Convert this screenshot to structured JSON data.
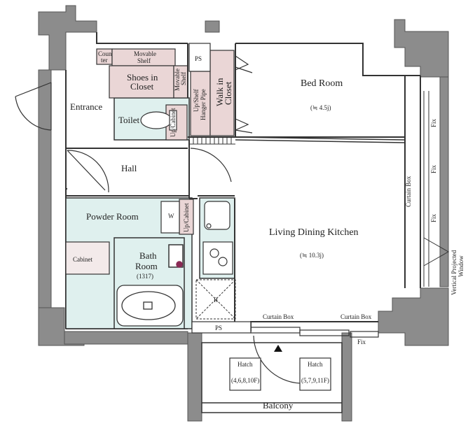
{
  "colors": {
    "wall": "#8c8c8c",
    "wet_area": "#dff0ee",
    "storage": "#ead6d6",
    "line": "#333333",
    "accent_fixture": "#8a2a55"
  },
  "rooms": {
    "bedroom": {
      "name": "Bed Room",
      "size": "(≒ 4.5j)"
    },
    "ldk": {
      "name": "Living Dining Kitchen",
      "size": "(≒ 10.3j)"
    },
    "entrance": "Entrance",
    "toilet": "Toilet",
    "hall": "Hall",
    "powder_room": "Powder Room",
    "bath": {
      "line1": "Bath",
      "line2": "Room",
      "size": "(1317)"
    },
    "balcony": "Balcony"
  },
  "storage": {
    "counter_line1": "Coun",
    "counter_line2": "ter",
    "movable_shelf_top_line1": "Movable",
    "movable_shelf_top_line2": "Shelf",
    "shoes_closet_line1": "Shoes in",
    "shoes_closet_line2": "Closet",
    "movable_shelf_side_line1": "Movable",
    "movable_shelf_side_line2": "Shelf",
    "walk_in_closet_line1": "Walk in",
    "walk_in_closet_line2": "Closet",
    "up_shelf_line1": "Up/Shelf",
    "up_shelf_line2": "Hanger Pipe",
    "up_cabinet_toilet": "Up/Cabinet",
    "up_cabinet_powder": "Up/Cabinet",
    "cabinet": "Cabinet",
    "washer": "W"
  },
  "fixtures": {
    "ps_top": "PS",
    "ps_bottom": "PS",
    "fridge": "R",
    "curtain_box_right": "Curtain Box",
    "curtain_box_bottom_left": "Curtain Box",
    "curtain_box_bottom_right": "Curtain Box",
    "fix_labels": [
      "Fix",
      "Fix",
      "Fix"
    ],
    "fix_bottom": "Fix",
    "vertical_window_line1": "Vertical Projected",
    "vertical_window_line2": "Window"
  },
  "balcony_hatches": [
    {
      "label": "Hatch",
      "floors": "(4,6,8,10F)"
    },
    {
      "label": "Hatch",
      "floors": "(5,7,9,11F)"
    }
  ]
}
